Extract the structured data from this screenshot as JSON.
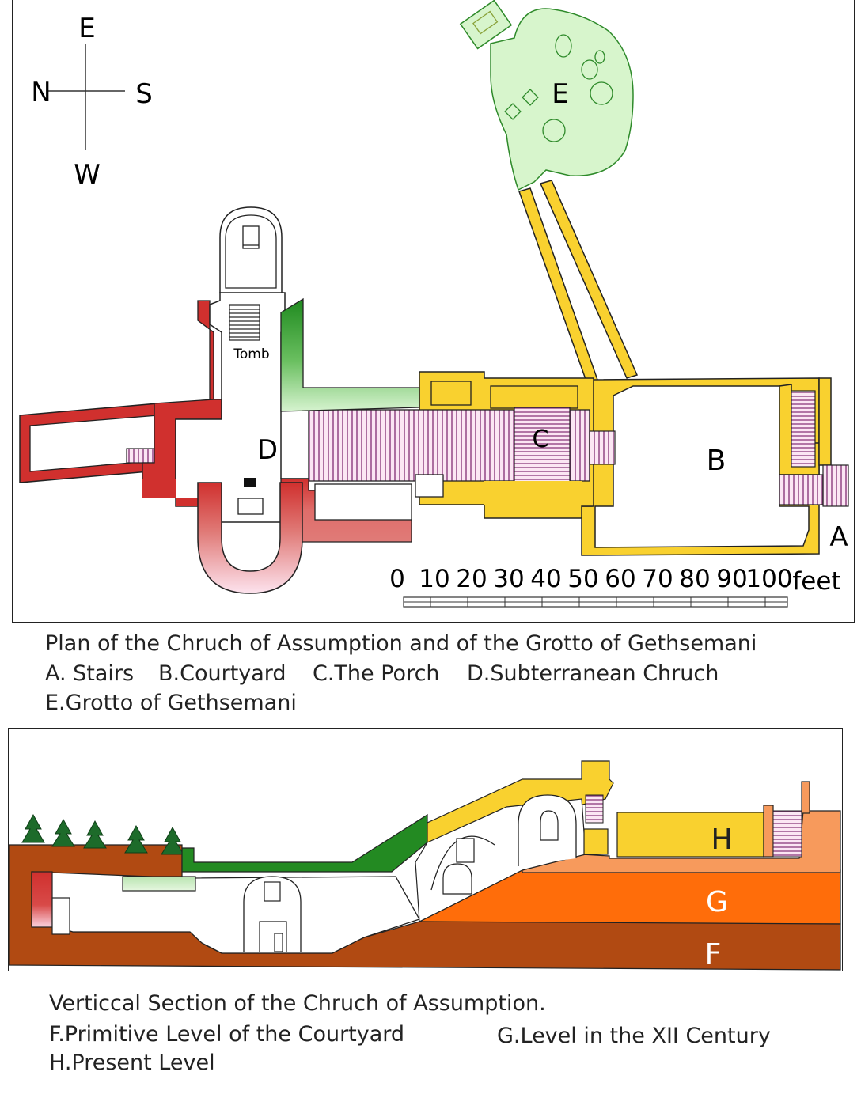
{
  "compass": {
    "north": "N",
    "south": "S",
    "east": "E",
    "west": "W"
  },
  "plan": {
    "labels": {
      "tomb": "Tomb",
      "a": "A",
      "b": "B",
      "c": "C",
      "d": "D",
      "e": "E"
    },
    "scale": {
      "ticks": [
        "0",
        "10",
        "20",
        "30",
        "40",
        "50",
        "60",
        "70",
        "80",
        "90",
        "100"
      ],
      "unit": "feet"
    },
    "caption": {
      "title": "Plan of the Chruch of Assumption and of the Grotto of Gethsemani",
      "legend_a": "A. Stairs",
      "legend_b": "B.Courtyard",
      "legend_c": "C.The Porch",
      "legend_d": "D.Subterranean Chruch",
      "legend_e": "E.Grotto of Gethsemani"
    }
  },
  "section": {
    "labels": {
      "f": "F",
      "g": "G",
      "h": "H"
    },
    "caption": {
      "title": "Verticcal  Section of the  Chruch of Assumption.",
      "legend_f": "F.Primitive Level of the Courtyard",
      "legend_g": "G.Level in the XII Century",
      "legend_h": "H.Present Level"
    }
  },
  "colors": {
    "red": "#d0302e",
    "salmon": "#e07b78",
    "pink": "#f4c6d8",
    "yellow": "#f9d12f",
    "green": "#238a22",
    "light_green": "#a8dca0",
    "grotto_green": "#d7f5cc",
    "stairs_purple": "#7a3a6e",
    "earth_brown": "#b14a12",
    "orange": "#ff6d0a",
    "light_orange": "#f79a5c"
  }
}
